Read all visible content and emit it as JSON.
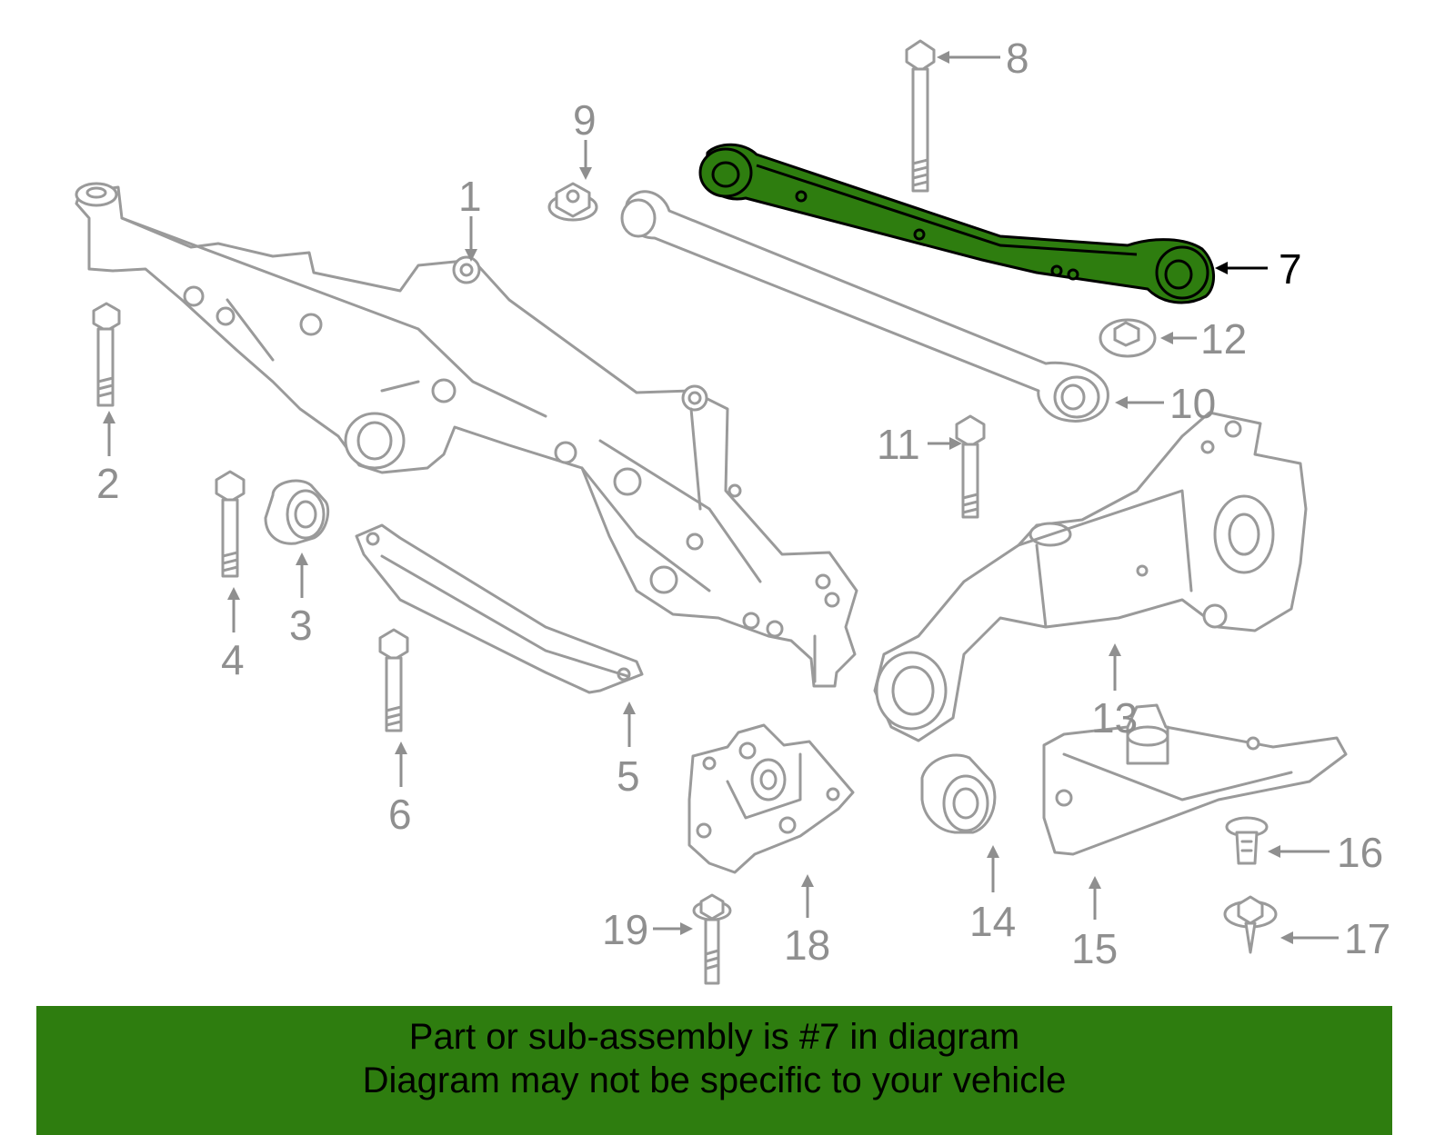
{
  "diagram": {
    "callouts": [
      "1",
      "2",
      "3",
      "4",
      "5",
      "6",
      "7",
      "8",
      "9",
      "10",
      "11",
      "12",
      "13",
      "14",
      "15",
      "16",
      "17",
      "18",
      "19"
    ],
    "highlighted_part": "7",
    "highlight_color": "#2e7d0f",
    "line_color": "#9a9a9a"
  },
  "banner": {
    "line1": "Part or sub-assembly is #7 in diagram",
    "line2": "Diagram may not be specific to your vehicle",
    "background_color": "#2e7d0f"
  }
}
